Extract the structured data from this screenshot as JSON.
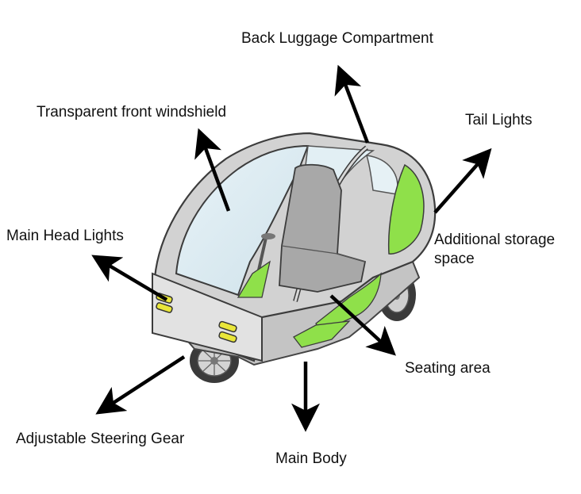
{
  "labels": {
    "back_luggage": "Back Luggage Compartment",
    "front_windshield": "Transparent front windshield",
    "tail_lights": "Tail Lights",
    "head_lights": "Main Head Lights",
    "additional_storage": "Additional storage space",
    "seating_area": "Seating area",
    "steering_gear": "Adjustable Steering Gear",
    "main_body": "Main Body"
  },
  "colors": {
    "accent_green": "#8fe04a",
    "body_grey": "#c9c9c9",
    "glass": "#dcebf2",
    "seat_grey": "#a9a9a9",
    "lamp_yellow": "#e9e63a",
    "arrow": "#000000"
  }
}
